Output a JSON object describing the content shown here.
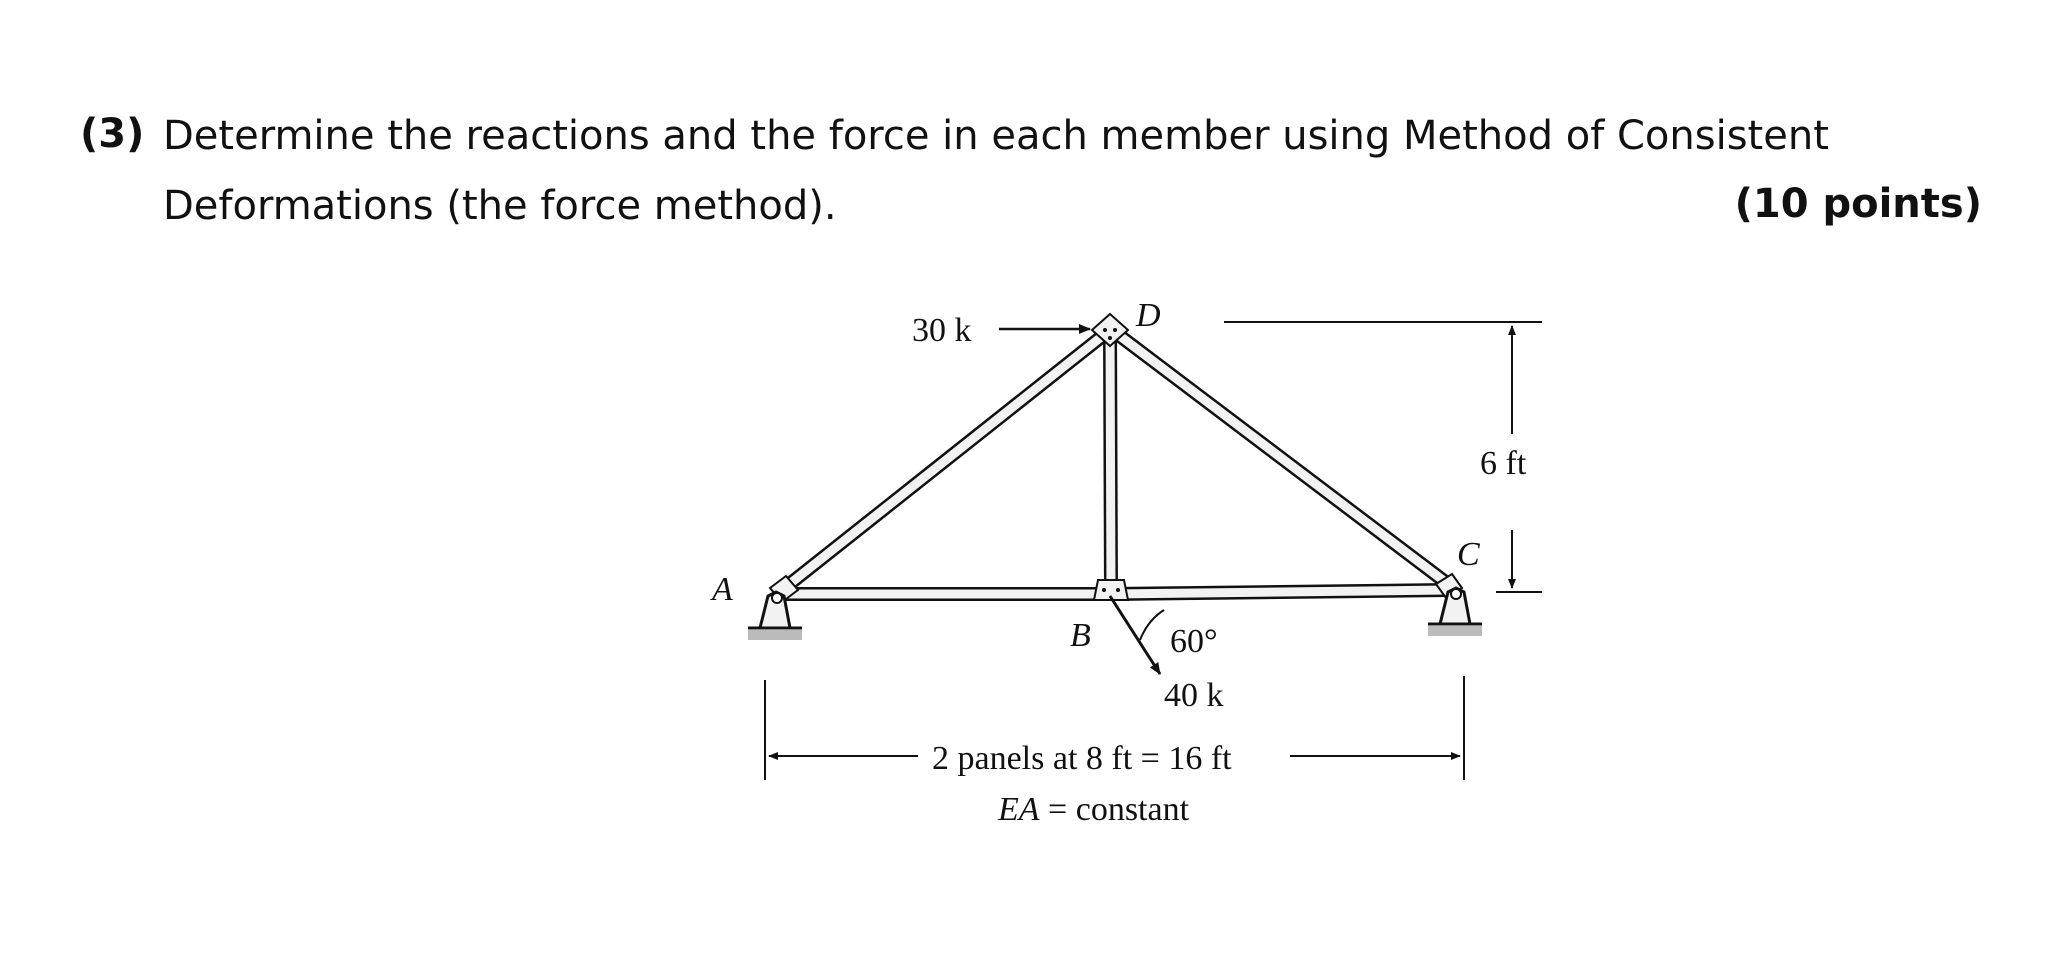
{
  "question": {
    "number": "(3)",
    "line1": "Determine the reactions and the force in each member using Method of Consistent",
    "line2": "Deformations (the force method).",
    "points": "(10 points)"
  },
  "figure": {
    "nodes": {
      "A": "A",
      "B": "B",
      "C": "C",
      "D": "D"
    },
    "load_horizontal": "30 k",
    "load_inclined": "40 k",
    "load_angle": "60°",
    "height_dimension": "6 ft",
    "span_dimension": "2 panels at 8 ft = 16 ft",
    "stiffness_note_prefix": "EA",
    "stiffness_note_suffix": " = constant"
  },
  "colors": {
    "ink": "#111111",
    "member_fill": "#f2f2f2",
    "ground": "#bbbbbb"
  }
}
